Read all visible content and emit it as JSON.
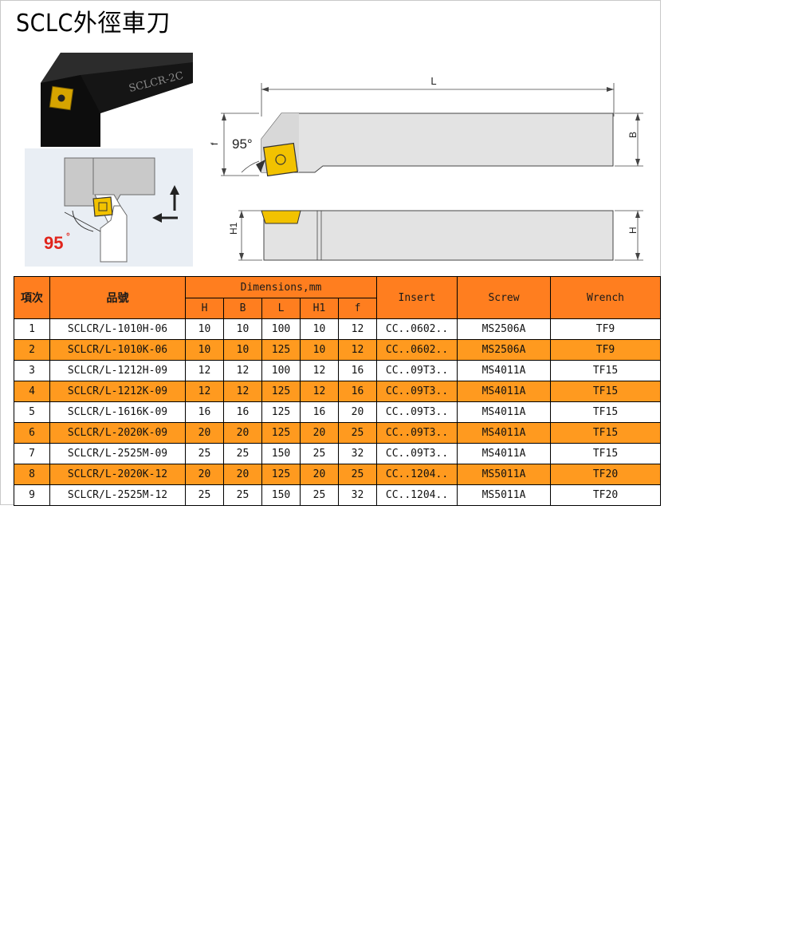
{
  "title": "SCLC外徑車刀",
  "sketch": {
    "angle_label": "95",
    "angle_unit": "°"
  },
  "drawing": {
    "angle_label": "95°",
    "dim_L": "L",
    "dim_B": "B",
    "dim_f": "f",
    "dim_H1": "H1",
    "dim_H": "H",
    "photo_marking": "SCLCR-2C"
  },
  "colors": {
    "header_orange": "#ff7e1f",
    "row_orange": "#ff9a1f",
    "insert_yellow": "#f2c200",
    "accent_red": "#e0241b"
  },
  "table": {
    "headers": {
      "item": "項次",
      "part": "品號",
      "dimensions": "Dimensions,mm",
      "insert": "Insert",
      "screw": "Screw",
      "wrench": "Wrench"
    },
    "dim_columns": [
      "H",
      "B",
      "L",
      "H1",
      "f"
    ],
    "rows": [
      [
        "1",
        "SCLCR/L-1010H-06",
        "10",
        "10",
        "100",
        "10",
        "12",
        "CC..0602..",
        "MS2506A",
        "TF9"
      ],
      [
        "2",
        "SCLCR/L-1010K-06",
        "10",
        "10",
        "125",
        "10",
        "12",
        "CC..0602..",
        "MS2506A",
        "TF9"
      ],
      [
        "3",
        "SCLCR/L-1212H-09",
        "12",
        "12",
        "100",
        "12",
        "16",
        "CC..09T3..",
        "MS4011A",
        "TF15"
      ],
      [
        "4",
        "SCLCR/L-1212K-09",
        "12",
        "12",
        "125",
        "12",
        "16",
        "CC..09T3..",
        "MS4011A",
        "TF15"
      ],
      [
        "5",
        "SCLCR/L-1616K-09",
        "16",
        "16",
        "125",
        "16",
        "20",
        "CC..09T3..",
        "MS4011A",
        "TF15"
      ],
      [
        "6",
        "SCLCR/L-2020K-09",
        "20",
        "20",
        "125",
        "20",
        "25",
        "CC..09T3..",
        "MS4011A",
        "TF15"
      ],
      [
        "7",
        "SCLCR/L-2525M-09",
        "25",
        "25",
        "150",
        "25",
        "32",
        "CC..09T3..",
        "MS4011A",
        "TF15"
      ],
      [
        "8",
        "SCLCR/L-2020K-12",
        "20",
        "20",
        "125",
        "20",
        "25",
        "CC..1204..",
        "MS5011A",
        "TF20"
      ],
      [
        "9",
        "SCLCR/L-2525M-12",
        "25",
        "25",
        "150",
        "25",
        "32",
        "CC..1204..",
        "MS5011A",
        "TF20"
      ]
    ]
  }
}
